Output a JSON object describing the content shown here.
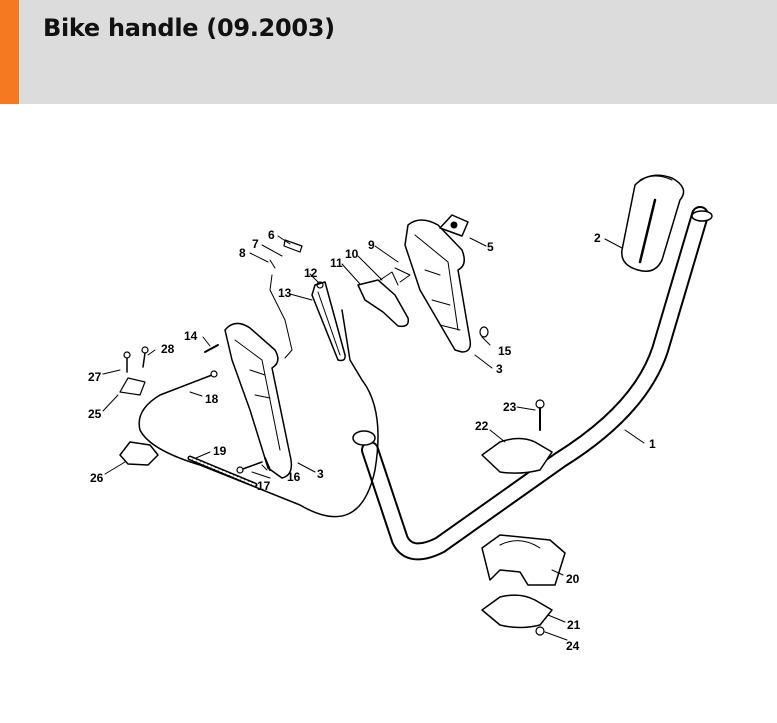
{
  "header": {
    "title": "Bike handle (09.2003)",
    "accent_color": "#f47920",
    "background_color": "#dcdcdc"
  },
  "diagram": {
    "callouts": [
      "1",
      "2",
      "3",
      "3",
      "5",
      "6",
      "7",
      "8",
      "9",
      "10",
      "11",
      "12",
      "13",
      "14",
      "15",
      "16",
      "17",
      "18",
      "19",
      "20",
      "21",
      "22",
      "23",
      "24",
      "25",
      "26",
      "27",
      "28"
    ]
  }
}
